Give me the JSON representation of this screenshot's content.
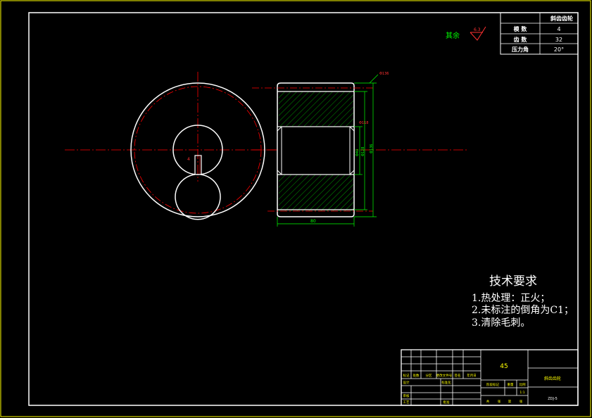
{
  "param_table": {
    "header": "斜齿齿轮",
    "rows": [
      {
        "label": "模 数",
        "value": "4"
      },
      {
        "label": "齿 数",
        "value": "32"
      },
      {
        "label": "压力角",
        "value": "20°"
      }
    ]
  },
  "surface_roughness": {
    "label": "其余",
    "value": "6.3"
  },
  "dimensions": {
    "keyway": "4",
    "tip_diameter": "Φ136",
    "bore": "Φ40",
    "root": "Φ118",
    "face_width": "Φ128",
    "right_dim": "Φ136",
    "width": "80"
  },
  "tech_requirements": {
    "title": "技术要求",
    "items": [
      "1.热处理：正火；",
      "2.未标注的倒角为C1；",
      "3.清除毛刺。"
    ]
  },
  "title_block": {
    "material": "45",
    "part_name": "斜齿齿轮",
    "drawing_no": "ZDJ-5",
    "row_labels": [
      "标记",
      "处数",
      "分区",
      "更改文件号",
      "签名",
      "年月日"
    ],
    "design_labels": [
      "设计",
      "标准化"
    ],
    "stage_labels": [
      "阶段标记",
      "重量",
      "比例"
    ],
    "scale": "1:1",
    "review_labels": [
      "审核",
      "工艺",
      "批准"
    ],
    "sheet_labels": [
      "共",
      "张",
      "第",
      "张"
    ]
  },
  "colors": {
    "frame": "#ffffff",
    "outer_border": "#ffff00",
    "center_line": "#ff0000",
    "dimension": "#00ff00",
    "hatch": "#00ff00",
    "text_yellow": "#ffff00"
  }
}
